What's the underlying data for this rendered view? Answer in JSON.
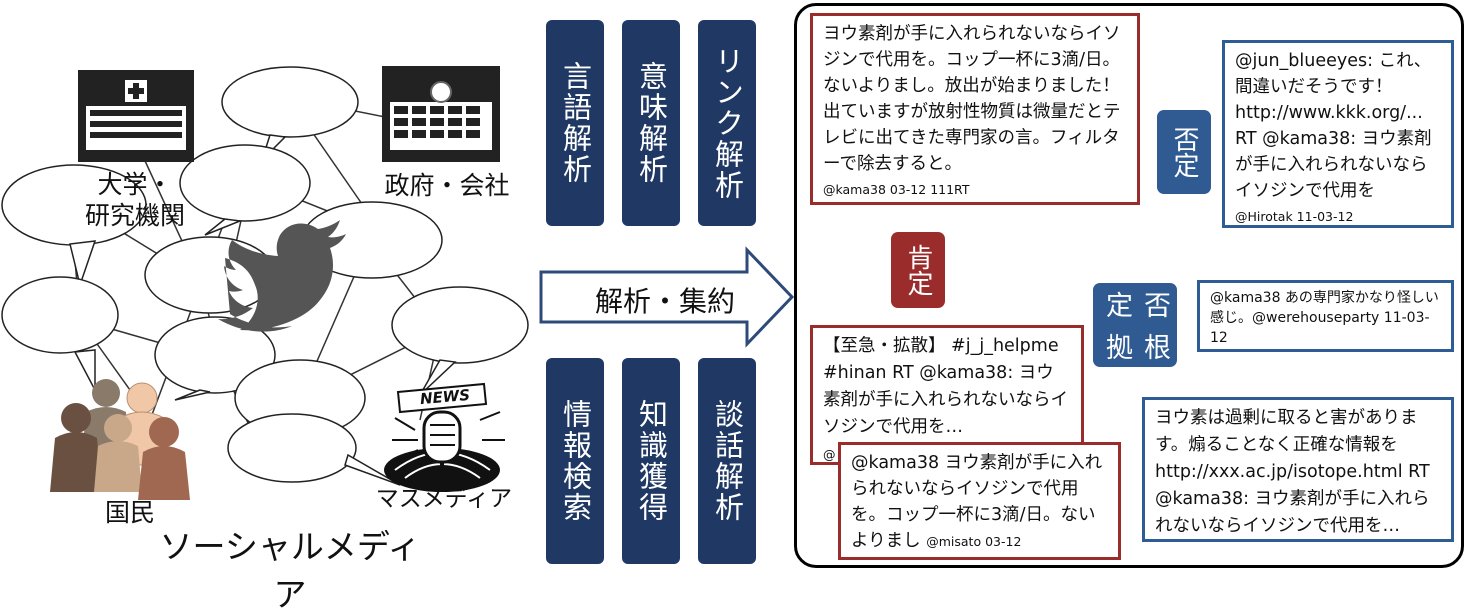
{
  "left": {
    "university_label": "大学・\n研究機関",
    "government_label": "政府・会社",
    "citizens_label": "国民",
    "mass_media_label": "マスメディア",
    "news_sign": "NEWS",
    "social_media_label": "ソーシャルメディア"
  },
  "center": {
    "arrow_label": "解析・集約",
    "methods_top": [
      "言語解析",
      "意味解析",
      "リンク解析"
    ],
    "methods_bottom": [
      "情報検索",
      "知識獲得",
      "談話解析"
    ]
  },
  "tags": {
    "affirm": "肯定",
    "deny": "否定",
    "basis": "根拠",
    "deny2": "否定"
  },
  "tweets": {
    "main": {
      "text": "ヨウ素剤が手に入れられないならイソジンで代用を。コップ一杯に3滴/日。ないよりまし。放出が始まりました！出ていますが放射性物質は微量だとテレビに出てきた専門家の言。フィルターで除去すると。",
      "meta": "@kama38  03-12 111RT"
    },
    "jun": {
      "text": "@jun_blueeyes: これ、間違いだそうです！ http://www.kkk.org/... RT @kama38: ヨウ素剤が手に入れられないならイソジンで代用を",
      "meta": "@Hirotak 11-03-12"
    },
    "were": {
      "text": "@kama38 あの専門家かなり怪しい感じ。@werehouseparty 11-03-12"
    },
    "kyuu": {
      "text": "【至急・拡散】 #j_j_helpme #hinan RT @kama38: ヨウ素剤が手に入れられないならイソジンで代用を…",
      "meta": "@"
    },
    "misato": {
      "text": "@kama38 ヨウ素剤が手に入れられないならイソジンで代用を。コップ一杯に3滴/日。ないよりまし",
      "meta": "@misato 03-12"
    },
    "ac": {
      "text": "ヨウ素は過剰に取ると害があります。煽ることなく正確な情報をhttp://xxx.ac.jp/isotope.html RT @kama38: ヨウ素剤が手に入れられないならイソジンで代用を…"
    }
  },
  "colors": {
    "navy": "#1f3864",
    "red": "#9b2c2c",
    "blue": "#2e5d96"
  },
  "icons": [
    "hospital-building-icon",
    "office-building-icon",
    "bird-icon",
    "people-icon",
    "microphone-news-icon"
  ]
}
